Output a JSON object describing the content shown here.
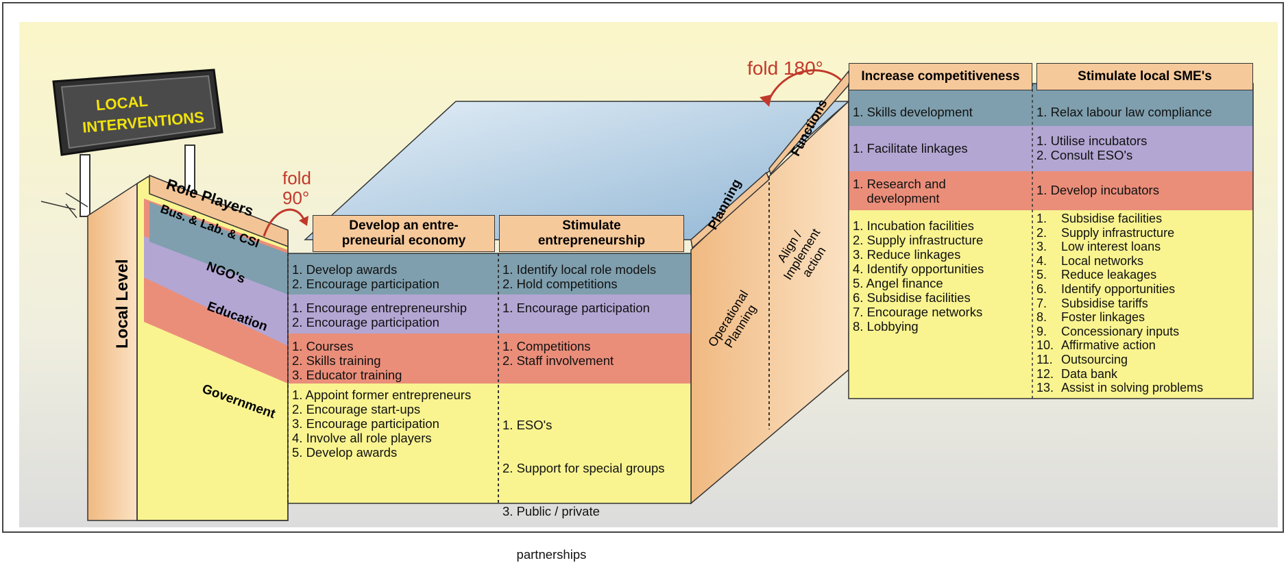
{
  "sign": {
    "line1": "LOCAL",
    "line2": "INTERVENTIONS"
  },
  "local_level": "Local Level",
  "role_players": "Role Players",
  "rows": {
    "business": "Bus. & Lab. & CSI",
    "ngo": "NGO's",
    "education": "Education",
    "government": "Government"
  },
  "fold90": {
    "line1": "fold",
    "line2": "90°"
  },
  "fold180": "fold 180°",
  "planning": "Planning",
  "functions": "Functions",
  "operational_planning": {
    "line1": "Operational",
    "line2": "Planning"
  },
  "align_action": {
    "line1": "Align /",
    "line2": "Implement",
    "line3": "action"
  },
  "columns": [
    {
      "header_l1": "Develop an entre-",
      "header_l2": "preneurial economy",
      "business": [
        "1. Develop awards",
        "2. Encourage participation"
      ],
      "ngo": [
        "1. Encourage entrepreneurship",
        "2. Encourage participation"
      ],
      "education": [
        "1. Courses",
        "2. Skills training",
        "3. Educator training"
      ],
      "government": [
        "1. Appoint former entrepreneurs",
        "2. Encourage start-ups",
        "3. Encourage participation",
        "4. Involve all role players",
        "5. Develop awards"
      ]
    },
    {
      "header_l1": "Stimulate",
      "header_l2": "entrepreneurship",
      "business": [
        "1. Identify local role models",
        "2. Hold competitions"
      ],
      "ngo": [
        "1. Encourage participation"
      ],
      "education": [
        "1. Competitions",
        "2. Staff involvement"
      ],
      "government": [
        "1. ESO's",
        "2. Support for special groups",
        "3. Public / private",
        "    partnerships"
      ]
    },
    {
      "header": "Increase competitiveness",
      "business": [
        "1. Skills development"
      ],
      "ngo": [
        "1. Facilitate linkages"
      ],
      "education": [
        "1. Research and",
        "    development"
      ],
      "government": [
        "1. Incubation facilities",
        "2. Supply infrastructure",
        "3. Reduce linkages",
        "4. Identify opportunities",
        "5. Angel finance",
        "6. Subsidise facilities",
        "7. Encourage networks",
        "8. Lobbying"
      ]
    },
    {
      "header": "Stimulate local SME's",
      "business": [
        "1. Relax labour law compliance"
      ],
      "ngo": [
        "1. Utilise incubators",
        "2. Consult ESO's"
      ],
      "education": [
        "1. Develop incubators"
      ],
      "government_nums": [
        "1.",
        "2.",
        "3.",
        "4.",
        "5.",
        "6.",
        "7.",
        "8.",
        "9.",
        "10.",
        "11.",
        "12.",
        "13."
      ],
      "government_items": [
        "Subsidise facilities",
        "Supply infrastructure",
        "Low interest loans",
        "Local networks",
        "Reduce leakages",
        "Identify opportunities",
        "Subsidise tariffs",
        "Foster linkages",
        "Concessionary inputs",
        "Affirmative action",
        "Outsourcing",
        "Data bank",
        "Assist in solving problems"
      ]
    }
  ],
  "colors": {
    "business": "#7f9fae",
    "ngo": "#b3a6d3",
    "education": "#ea8e7a",
    "government": "#f9f490",
    "header": "#f6c99b",
    "side": "#f3c596",
    "top": "#a9cbe2"
  }
}
